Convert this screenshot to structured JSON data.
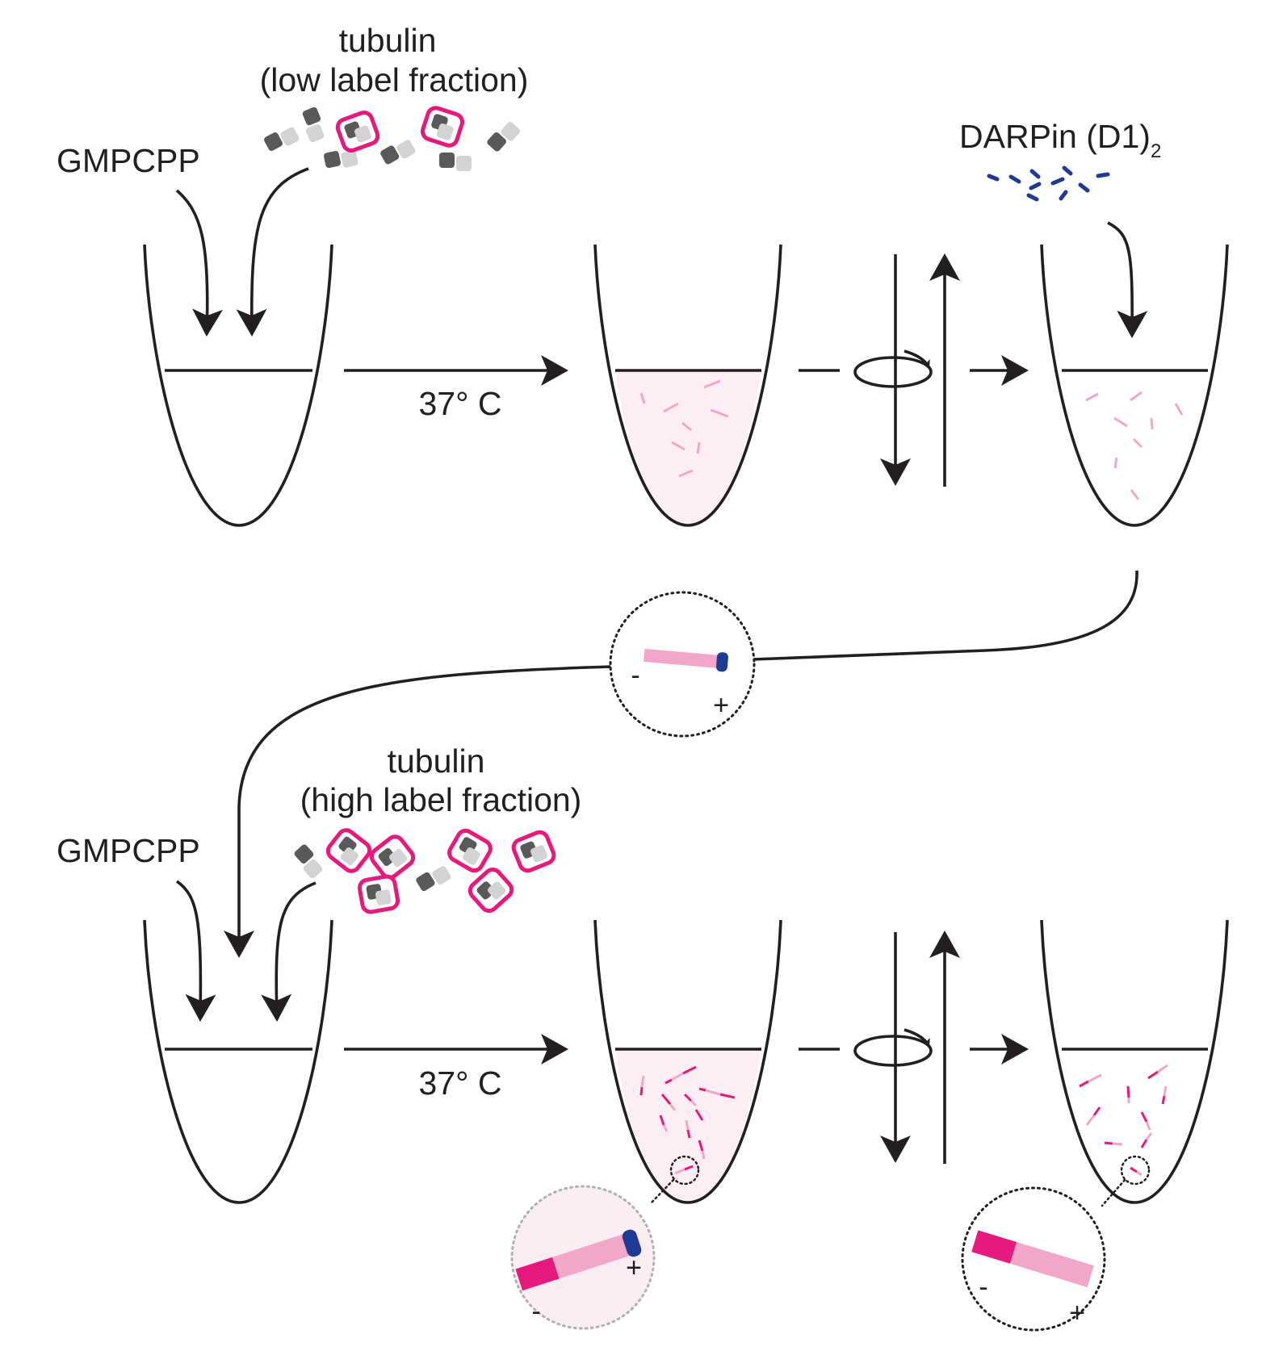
{
  "colors": {
    "ink": "#231f20",
    "tubulin_dark": "#58595b",
    "tubulin_light": "#d1d3d4",
    "label_magenta": "#e6197d",
    "seed_pink": "#f2a7c8",
    "solution_pink": "#fdeef4",
    "darpin_blue": "#1f3a93",
    "zoom_fill": "#fbeef3",
    "zoom_outline_grey": "#b0b0b0"
  },
  "step1": {
    "tubulin_label": "tubulin",
    "label_fraction": "(low label fraction)",
    "gmpcpp_label": "GMPCPP",
    "temperature_label": "37° C"
  },
  "darpin": {
    "label": "DARPin (D1)",
    "subscript": "2"
  },
  "seed_zoom": {
    "minus_label": "-",
    "plus_label": "+"
  },
  "step2": {
    "tubulin_label": "tubulin",
    "label_fraction": "(high label fraction)",
    "gmpcpp_label": "GMPCPP",
    "temperature_label": "37° C"
  },
  "zoom_before_spin": {
    "minus_label": "-",
    "plus_label": "+"
  },
  "zoom_after_spin": {
    "minus_label": "-",
    "plus_label": "+"
  },
  "icons": [
    "tube-icon",
    "arrow-icon",
    "centrifuge-icon",
    "tubulin-dimer-icon",
    "darpin-icon",
    "microtubule-icon",
    "magnifier-circle-icon"
  ]
}
